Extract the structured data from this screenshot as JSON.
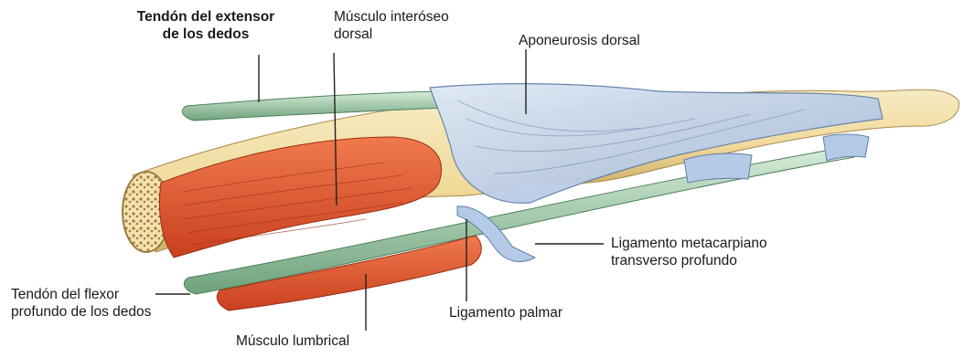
{
  "labels": {
    "extensor_tendon": [
      "Tendón del extensor",
      "de los dedos"
    ],
    "dorsal_interosseous": [
      "Músculo interóseo",
      "dorsal"
    ],
    "dorsal_aponeurosis": "Aponeurosis dorsal",
    "deep_transverse_metacarpal_ligament": [
      "Ligamento metacarpiano",
      "transverso profundo"
    ],
    "flexor_profundus_tendon": [
      "Tendón del flexor",
      "profundo de los dedos"
    ],
    "palmar_ligament": "Ligamento palmar",
    "lumbrical_muscle": "Músculo lumbrical"
  },
  "colors": {
    "bone": "#f2dfa6",
    "bone_shadow": "#d9bf7c",
    "marrow": "#c99a55",
    "muscle": "#e0502c",
    "muscle_dark": "#b93a1d",
    "tendon_green": "#8fbf9a",
    "aponeurosis": "#b9cde6",
    "aponeurosis_line": "#5f7ea8"
  }
}
